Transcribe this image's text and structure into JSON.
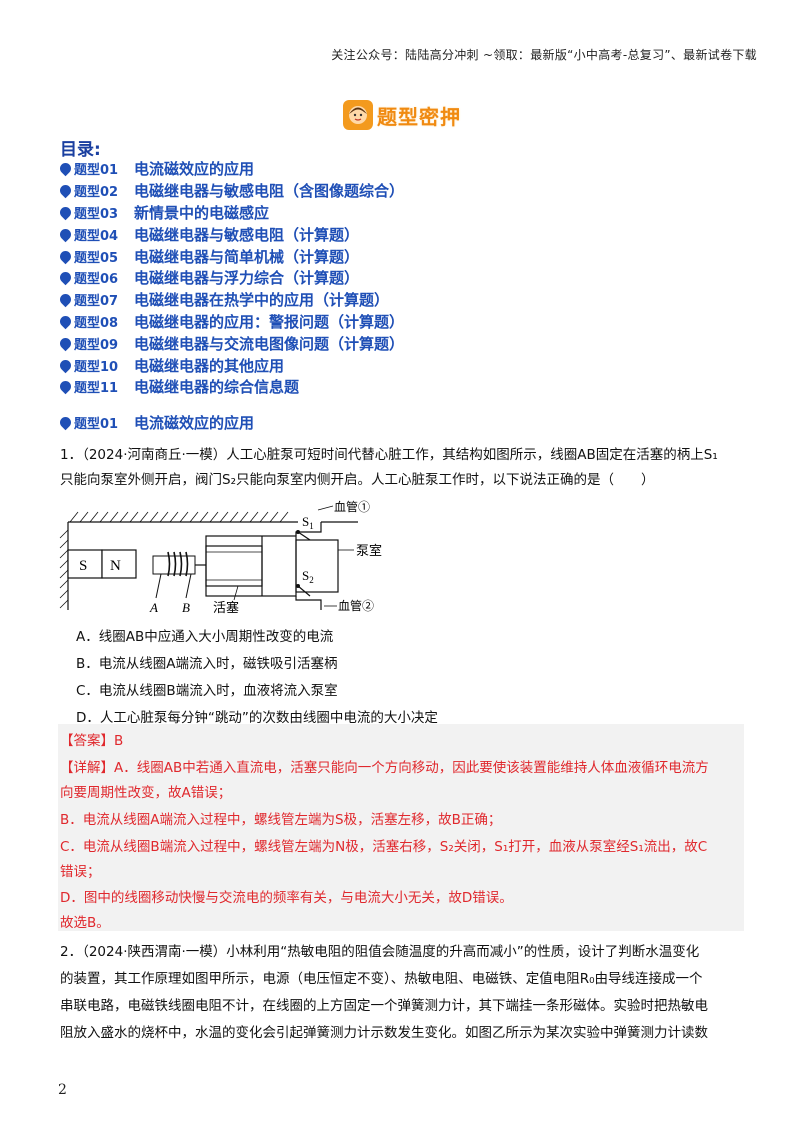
{
  "header": {
    "text": "关注公众号：陆陆高分冲刺   ~领取：最新版“小中高考-总复习”、最新试卷下载"
  },
  "section_banner": {
    "title": "题型密押"
  },
  "toc": {
    "heading": "目录:",
    "items": [
      {
        "prefix": "题型01",
        "title": "电流磁效应的应用"
      },
      {
        "prefix": "题型02",
        "title": "电磁继电器与敏感电阻（含图像题综合）"
      },
      {
        "prefix": "题型03",
        "title": "新情景中的电磁感应"
      },
      {
        "prefix": "题型04",
        "title": "电磁继电器与敏感电阻（计算题）"
      },
      {
        "prefix": "题型05",
        "title": "电磁继电器与简单机械（计算题）"
      },
      {
        "prefix": "题型06",
        "title": "电磁继电器与浮力综合（计算题）"
      },
      {
        "prefix": "题型07",
        "title": "电磁继电器在热学中的应用（计算题）"
      },
      {
        "prefix": "题型08",
        "title": "电磁继电器的应用：警报问题（计算题）"
      },
      {
        "prefix": "题型09",
        "title": "电磁继电器与交流电图像问题（计算题）"
      },
      {
        "prefix": "题型10",
        "title": "电磁继电器的其他应用"
      },
      {
        "prefix": "题型11",
        "title": "电磁继电器的综合信息题"
      }
    ]
  },
  "section1": {
    "prefix": "题型01",
    "title": "电流磁效应的应用"
  },
  "q1": {
    "line1": "1．（2024·河南商丘·一模）人工心脏泵可短时间代替心脏工作，其结构如图所示，线圈AB固定在活塞的柄上S₁",
    "line2": "只能向泵室外侧开启，阀门S₂只能向泵室内侧开启。人工心脏泵工作时，以下说法正确的是（　　）",
    "figure": {
      "s": "S",
      "n": "N",
      "s1": "S",
      "s1_sub": "1",
      "s2": "S",
      "s2_sub": "2",
      "vessel1": "血管①",
      "vessel2": "血管②",
      "pump_chamber": "泵室",
      "piston": "活塞",
      "a": "A",
      "b": "B"
    },
    "options": [
      "A．线圈AB中应通入大小周期性改变的电流",
      "B．电流从线圈A端流入时，磁铁吸引活塞柄",
      "C．电流从线圈B端流入时，血液将流入泵室",
      "D．人工心脏泵每分钟“跳动”的次数由线圈中电流的大小决定"
    ],
    "answer": "【答案】B",
    "detail": [
      "【详解】A．线圈AB中若通入直流电，活塞只能向一个方向移动，因此要使该装置能维持人体血液循环电流方",
      "向要周期性改变，故A错误；",
      "B．电流从线圈A端流入过程中，螺线管左端为S极，活塞左移，故B正确；",
      "C．电流从线圈B端流入过程中，螺线管左端为N极，活塞右移，S₂关闭，S₁打开，血液从泵室经S₁流出，故C",
      "错误；",
      "D．图中的线圈移动快慢与交流电的频率有关，与电流大小无关，故D错误。",
      "故选B。"
    ]
  },
  "q2": {
    "lines": [
      "2．（2024·陕西渭南·一模）小林利用“热敏电阻的阻值会随温度的升高而减小”的性质，设计了判断水温变化",
      "的装置，其工作原理如图甲所示，电源（电压恒定不变）、热敏电阻、电磁铁、定值电阻R₀由导线连接成一个",
      "串联电路，电磁铁线圈电阻不计，在线圈的上方固定一个弹簧测力计，其下端挂一条形磁体。实验时把热敏电",
      "阻放入盛水的烧杯中，水温的变化会引起弹簧测力计示数发生变化。如图乙所示为某次实验中弹簧测力计读数"
    ]
  },
  "page_number": "2"
}
